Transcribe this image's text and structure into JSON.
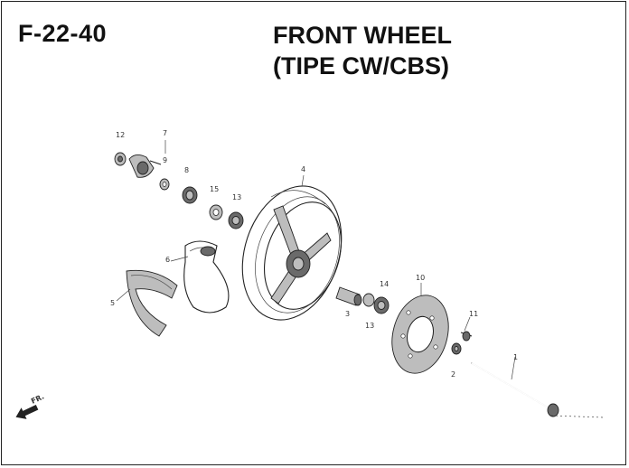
{
  "header": {
    "code": "F-22-40",
    "title_line1": "FRONT WHEEL",
    "title_line2": "(TIPE CW/CBS)"
  },
  "callouts": {
    "n1": "1",
    "n2": "2",
    "n3": "3",
    "n4": "4",
    "n5": "5",
    "n6": "6",
    "n7": "7",
    "n8": "8",
    "n9": "9",
    "n10": "10",
    "n11": "11",
    "n12": "12",
    "n13a": "13",
    "n13b": "13",
    "n14": "14",
    "n15": "15"
  },
  "direction": {
    "label": "FR."
  }
}
